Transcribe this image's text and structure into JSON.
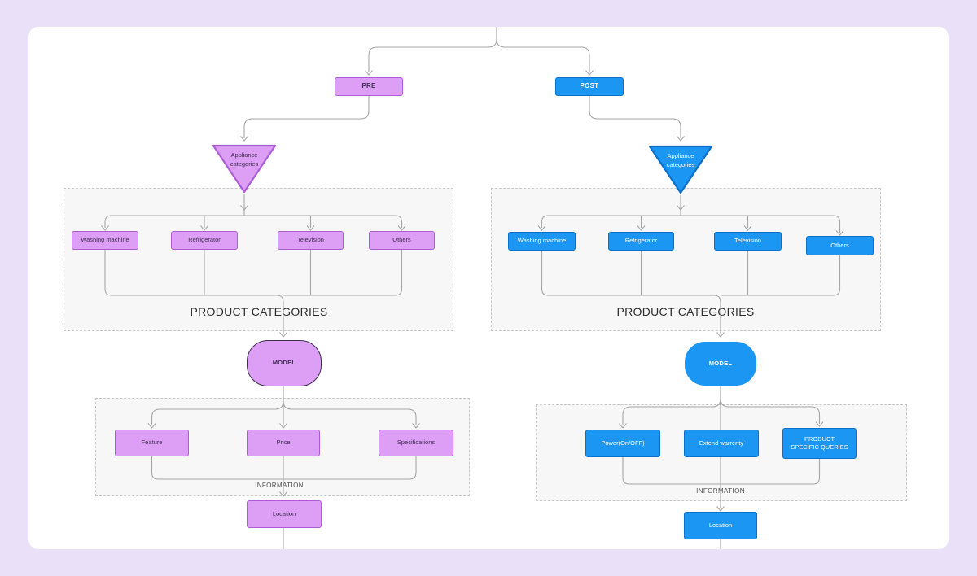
{
  "colors": {
    "page_background": "#EAE1F8",
    "canvas_background": "#FFFFFF",
    "connector": "#A6A6A6",
    "container_fill": "#F7F7F8",
    "container_border": "#C7C7C7",
    "pre_fill": "#DC9FF5",
    "pre_border": "#AB5CD6",
    "pre_text": "#3E2D4F",
    "post_fill": "#1B96F3",
    "post_border": "#0D6FC8",
    "post_text": "#FFFFFF"
  },
  "branches": {
    "pre": {
      "label": "PRE",
      "triangle_label": "Appliance categories",
      "categories": [
        "Washing machine",
        "Refrigerator",
        "Television",
        "Others"
      ],
      "categories_title": "PRODUCT CATEGORIES",
      "model_label": "MODEL",
      "info_items": [
        "Feature",
        "Price",
        "Specifications"
      ],
      "info_title": "INFORMATION",
      "location_label": "Location"
    },
    "post": {
      "label": "POST",
      "triangle_label": "Appliance categories",
      "categories": [
        "Washing machine",
        "Refrigerator",
        "Television",
        "Others"
      ],
      "categories_title": "PRODUCT CATEGORIES",
      "model_label": "MODEL",
      "info_items": [
        "Power(On/OFF)",
        "Extend warrenty",
        "PRODUCT SPECIFIC QUERIES"
      ],
      "info_title": "INFORMATION",
      "location_label": "Location"
    }
  }
}
